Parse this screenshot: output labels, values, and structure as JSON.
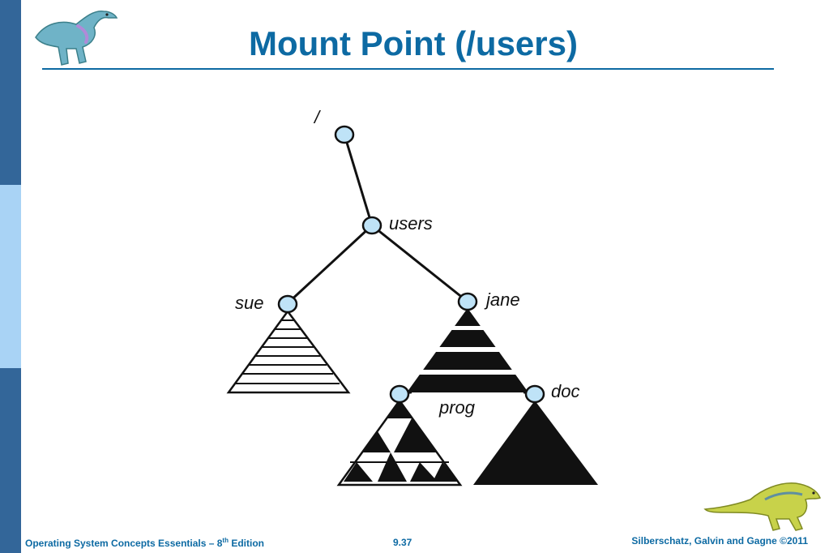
{
  "slide": {
    "title": "Mount Point (/users)"
  },
  "diagram": {
    "labels": {
      "root": "/",
      "users": "users",
      "sue": "sue",
      "jane": "jane",
      "prog": "prog",
      "doc": "doc"
    },
    "colors": {
      "node_fill": "#bfe3f7",
      "line": "#111111"
    }
  },
  "footer": {
    "left_prefix": "Operating System Concepts Essentials  – 8",
    "left_sup": "th",
    "left_suffix": " Edition",
    "center": "9.37",
    "right": "Silberschatz, Galvin and Gagne ©2011"
  },
  "colors": {
    "accent": "#0d6aa3",
    "bar_dark": "#336699",
    "bar_light": "#a9d3f5"
  }
}
